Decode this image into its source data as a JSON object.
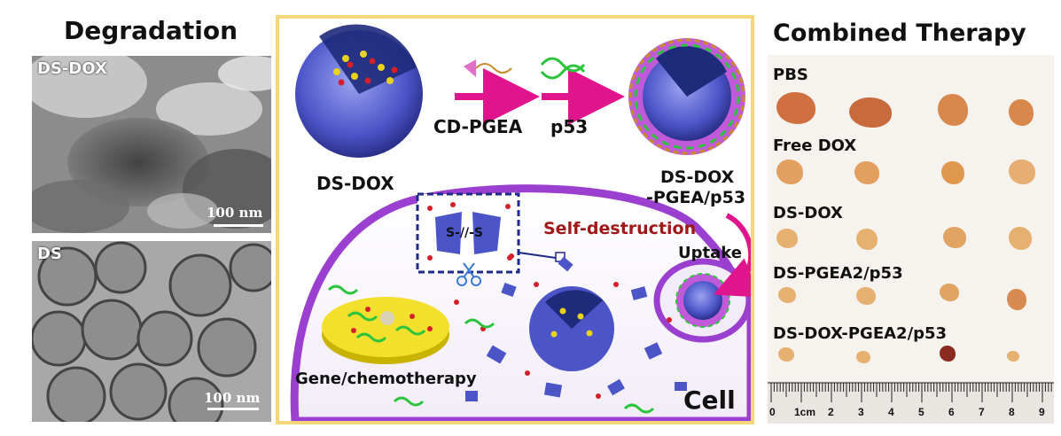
{
  "left_panel": {
    "title": "Degradation",
    "top_image_label": "DS-DOX",
    "bottom_image_label": "DS",
    "scale_bar_top": "100 nm",
    "scale_bar_bottom": "100 nm"
  },
  "center_panel": {
    "label_ds_dox": "DS-DOX",
    "label_cd_pgea": "CD-PGEA",
    "label_p53": "p53",
    "label_complex_line1": "DS-DOX",
    "label_complex_line2": "-PGEA/p53",
    "label_self_destruction": "Self-destruction",
    "label_uptake": "Uptake",
    "label_disulfide": "S-//-S",
    "label_gene_chemo": "Gene/chemotherapy",
    "label_cell": "Cell",
    "colors": {
      "border": "#f5d77a",
      "arrow": "#e0148c",
      "self_destruction": "#a01818",
      "membrane": "#9b3fd0"
    }
  },
  "right_panel": {
    "title": "Combined Therapy",
    "groups": [
      "PBS",
      "Free DOX",
      "DS-DOX",
      "DS-PGEA2/p53",
      "DS-DOX-PGEA2/p53"
    ],
    "ruler_labels": [
      "0",
      "1cm",
      "2",
      "3",
      "4",
      "5",
      "6",
      "7",
      "8",
      "9"
    ]
  }
}
